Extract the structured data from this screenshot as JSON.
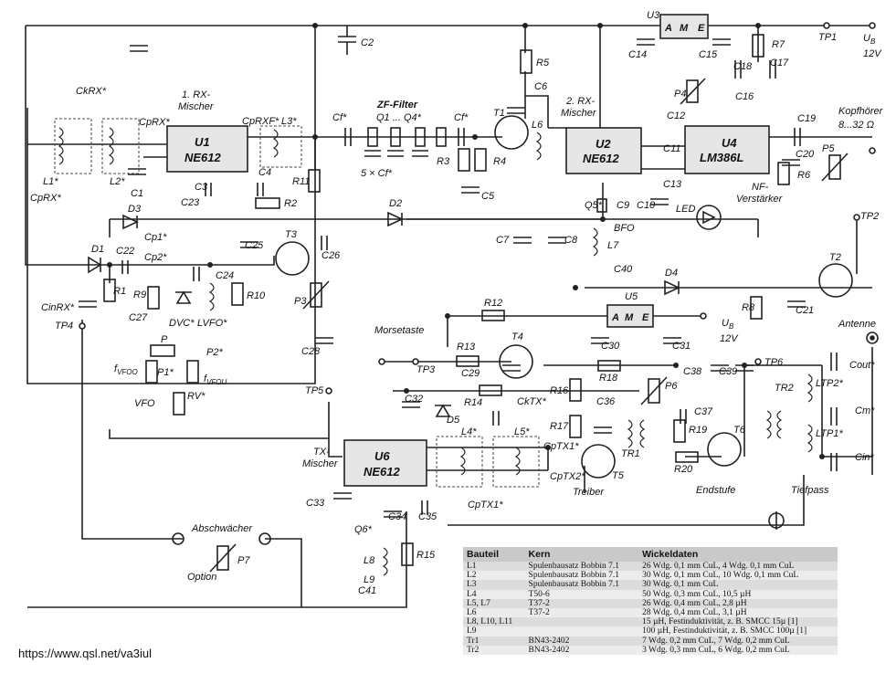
{
  "labels": {
    "u1_name": "U1",
    "u1_part": "NE612",
    "u1_caption_a": "1. RX-",
    "u1_caption_b": "Mischer",
    "u2_name": "U2",
    "u2_part": "NE612",
    "u2_caption_a": "2. RX-",
    "u2_caption_b": "Mischer",
    "u3_name": "U3",
    "u3_a": "A",
    "u3_m": "M",
    "u3_e": "E",
    "u4_name": "U4",
    "u4_part": "LM386L",
    "u4_caption_a": "NF-",
    "u4_caption_b": "Verstärker",
    "u5_name": "U5",
    "u5_a": "A",
    "u5_m": "M",
    "u5_e": "E",
    "u6_name": "U6",
    "u6_part": "NE612",
    "u6_caption_a": "TX-",
    "u6_caption_b": "Mischer",
    "zf_filter": "ZF-Filter",
    "q_range": "Q1  ...  Q4*",
    "cf_count": "5 × Cf*",
    "ub_top": "U",
    "ub_top_sub": "B",
    "ub_top_v": "12V",
    "ub_mid": "U",
    "ub_mid_sub": "B",
    "ub_mid_v": "12V",
    "headphones_a": "Kopfhörer",
    "headphones_b": "8...32 Ω",
    "morsetaste": "Morsetaste",
    "antenne": "Antenne",
    "abschwaecher": "Abschwächer",
    "option": "Option",
    "treiber": "Treiber",
    "endstufe": "Endstufe",
    "tiefpass": "Tiefpass",
    "led": "LED",
    "bfo": "BFO",
    "vfo": "VFO",
    "fvfoo": "f",
    "fvfoo_sub": "VFOO",
    "fvfou": "f",
    "fvfou_sub": "VFOU",
    "dvc": "DVC*",
    "lvfo": "LVFO*",
    "p": "P",
    "c_labels": [
      "C2",
      "C14",
      "C15",
      "C18",
      "C17",
      "C16",
      "C19",
      "C20",
      "C6",
      "C5",
      "C7",
      "C8",
      "C9",
      "C10",
      "C11",
      "C12",
      "C13",
      "C1",
      "C3",
      "C4",
      "C22",
      "C23",
      "C24",
      "C25",
      "C26",
      "C27",
      "C28",
      "C29",
      "C30",
      "C31",
      "C32",
      "C33",
      "C34",
      "C35",
      "C36",
      "C37",
      "C38",
      "C39",
      "C40",
      "C41",
      "C21",
      "Cf*",
      "Cf*"
    ],
    "cap_star": [
      "CkRX*",
      "CpRX*",
      "CpRX*",
      "CpRXF*",
      "Cp1*",
      "Cp2*",
      "CinRX*",
      "CkTX*",
      "CpTX1*",
      "CpTX1*",
      "CpTX2*",
      "Cout*",
      "Cm*",
      "Cin*"
    ],
    "r_labels": [
      "R1",
      "R2",
      "R3",
      "R4",
      "R5",
      "R6",
      "R7",
      "R8",
      "R9",
      "R10",
      "R11",
      "R12",
      "R13",
      "R14",
      "R15",
      "R16",
      "R17",
      "R18",
      "R19",
      "R20"
    ],
    "l_labels": [
      "L1*",
      "L2*",
      "L3*",
      "L4*",
      "L5*",
      "L6",
      "L7",
      "L8",
      "L9",
      "LTP1*",
      "LTP2*",
      "TR1",
      "TR2"
    ],
    "t_labels": [
      "T1",
      "T2",
      "T3",
      "T4",
      "T5",
      "T6"
    ],
    "d_labels": [
      "D1",
      "D2",
      "D3",
      "D4",
      "D5"
    ],
    "p_labels": [
      "P1*",
      "P2*",
      "P3",
      "P4",
      "P5",
      "P6",
      "P7",
      "RV*"
    ],
    "tp_labels": [
      "TP1",
      "TP2",
      "TP3",
      "TP4",
      "TP5",
      "TP6"
    ],
    "q_labels": [
      "Q5*",
      "Q6*"
    ]
  },
  "website": "https://www.qsl.net/va3iul",
  "table": {
    "headers": [
      "Bauteil",
      "Kern",
      "Wickeldaten"
    ],
    "rows": [
      [
        "L1",
        "Spulenbausatz Bobbin 7.1",
        "26 Wdg. 0,1 mm CuL, 4 Wdg. 0,1 mm CuL"
      ],
      [
        "L2",
        "Spulenbausatz Bobbin 7.1",
        "30 Wdg. 0,1 mm CuL, 10 Wdg. 0,1 mm CuL"
      ],
      [
        "L3",
        "Spulenbausatz Bobbin 7.1",
        "30 Wdg. 0,1 mm CuL"
      ],
      [
        "L4",
        "T50-6",
        "50 Wdg. 0,3 mm CuL, 10,5 µH"
      ],
      [
        "L5, L7",
        "T37-2",
        "26 Wdg. 0,4 mm CuL, 2,8 µH"
      ],
      [
        "L6",
        "T37-2",
        "28 Wdg. 0,4 mm CuL, 3,1 µH"
      ],
      [
        "L8, L10, L11",
        "",
        "15 µH, Festinduktivität, z. B. SMCC 15µ [1]"
      ],
      [
        "L9",
        "",
        "100 µH, Festinduktivität, z. B. SMCC 100µ [1]"
      ],
      [
        "Tr1",
        "BN43-2402",
        "7 Wdg. 0,2 mm CuL, 7 Wdg. 0,2 mm CuL"
      ],
      [
        "Tr2",
        "BN43-2402",
        "3 Wdg. 0,3 mm CuL, 6 Wdg. 0,2 mm CuL"
      ]
    ]
  }
}
